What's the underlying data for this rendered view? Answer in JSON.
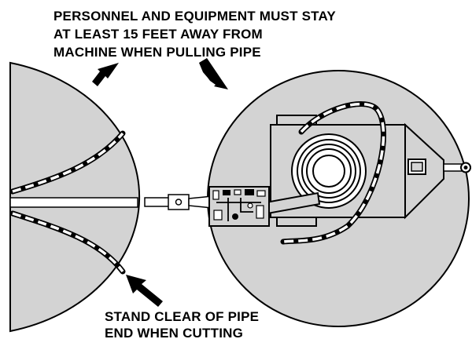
{
  "warnings": {
    "top_lines": [
      "PERSONNEL AND EQUIPMENT MUST STAY",
      "AT LEAST 15 FEET AWAY FROM",
      "MACHINE WHEN PULLING PIPE"
    ],
    "bottom_lines": [
      "STAND CLEAR OF PIPE",
      "END WHEN CUTTING"
    ]
  },
  "colors": {
    "zone_fill": "#d3d3d3",
    "outline": "#000000",
    "dash": "#ffffff",
    "machine_fill": "#d3d3d3"
  },
  "icons": {
    "top_arrows": "arrow-down-right-icon",
    "bottom_arrow": "arrow-up-left-icon"
  }
}
